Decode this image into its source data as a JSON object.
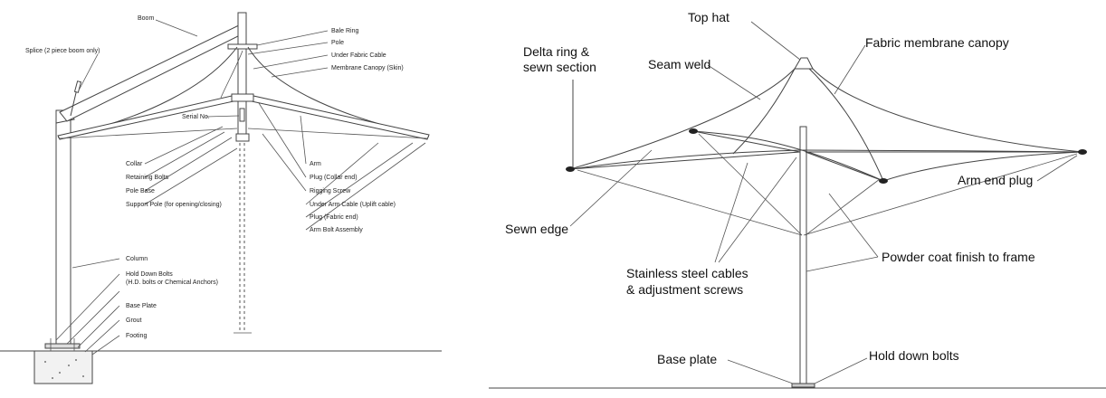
{
  "left_diagram": {
    "labels": {
      "boom": "Boom",
      "bale_ring": "Bale Ring",
      "pole": "Pole",
      "under_fabric_cable": "Under Fabric Cable",
      "membrane_canopy": "Membrane Canopy (Skin)",
      "splice": "Splice (2 piece boom only)",
      "serial_no": "Serial No.",
      "collar": "Collar",
      "retaining_bolts": "Retaining Bolts",
      "pole_base": "Pole Base",
      "support_pole": "Support Pole (for opening/closing)",
      "arm": "Arm",
      "plug_collar": "Plug (Collar end)",
      "rigging_screw": "Rigging Screw",
      "under_arm_cable": "Under Arm Cable (Uplift cable)",
      "plug_fabric": "Plug (Fabric end)",
      "arm_bolt": "Arm Bolt Assembly",
      "column": "Column",
      "hold_down_bolts": "Hold Down Bolts",
      "hold_down_bolts_note": "(H.D. bolts or Chemical Anchors)",
      "base_plate": "Base Plate",
      "grout": "Grout",
      "footing": "Footing"
    }
  },
  "right_diagram": {
    "labels": {
      "top_hat": "Top hat",
      "delta_ring_1": "Delta ring &",
      "delta_ring_2": "sewn section",
      "seam_weld": "Seam weld",
      "fabric_membrane": "Fabric membrane canopy",
      "arm_end_plug": "Arm end plug",
      "sewn_edge": "Sewn edge",
      "cables_1": "Stainless steel cables",
      "cables_2": "& adjustment screws",
      "powder_coat": "Powder coat finish to frame",
      "base_plate": "Base plate",
      "hold_down_bolts": "Hold down bolts"
    }
  },
  "colors": {
    "line": "#444444",
    "text": "#111111",
    "background": "#ffffff"
  }
}
